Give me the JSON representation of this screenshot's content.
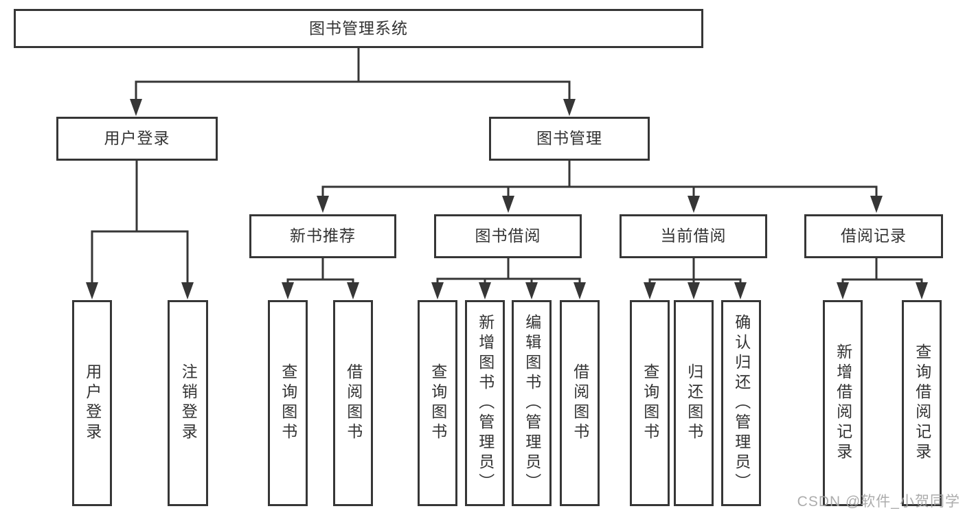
{
  "tree": {
    "label": "图书管理系统",
    "children": [
      {
        "label": "用户登录",
        "children": [
          {
            "label": "用户登录"
          },
          {
            "label": "注销登录"
          }
        ]
      },
      {
        "label": "图书管理",
        "children": [
          {
            "label": "新书推荐",
            "children": [
              {
                "label": "查询图书"
              },
              {
                "label": "借阅图书"
              }
            ]
          },
          {
            "label": "图书借阅",
            "children": [
              {
                "label": "查询图书"
              },
              {
                "label": "新增图书（管理员）"
              },
              {
                "label": "编辑图书（管理员）"
              },
              {
                "label": "借阅图书"
              }
            ]
          },
          {
            "label": "当前借阅",
            "children": [
              {
                "label": "查询图书"
              },
              {
                "label": "归还图书"
              },
              {
                "label": "确认归还（管理员）"
              }
            ]
          },
          {
            "label": "借阅记录",
            "children": [
              {
                "label": "新增借阅记录"
              },
              {
                "label": "查询借阅记录"
              }
            ]
          }
        ]
      }
    ]
  },
  "watermark": {
    "text": "CSDN @软件_小贺同学"
  },
  "colors": {
    "line": "#363636",
    "text": "#333333",
    "box_background": "#ffffff",
    "watermark": "#a8a8a8",
    "background": "#ffffff"
  }
}
